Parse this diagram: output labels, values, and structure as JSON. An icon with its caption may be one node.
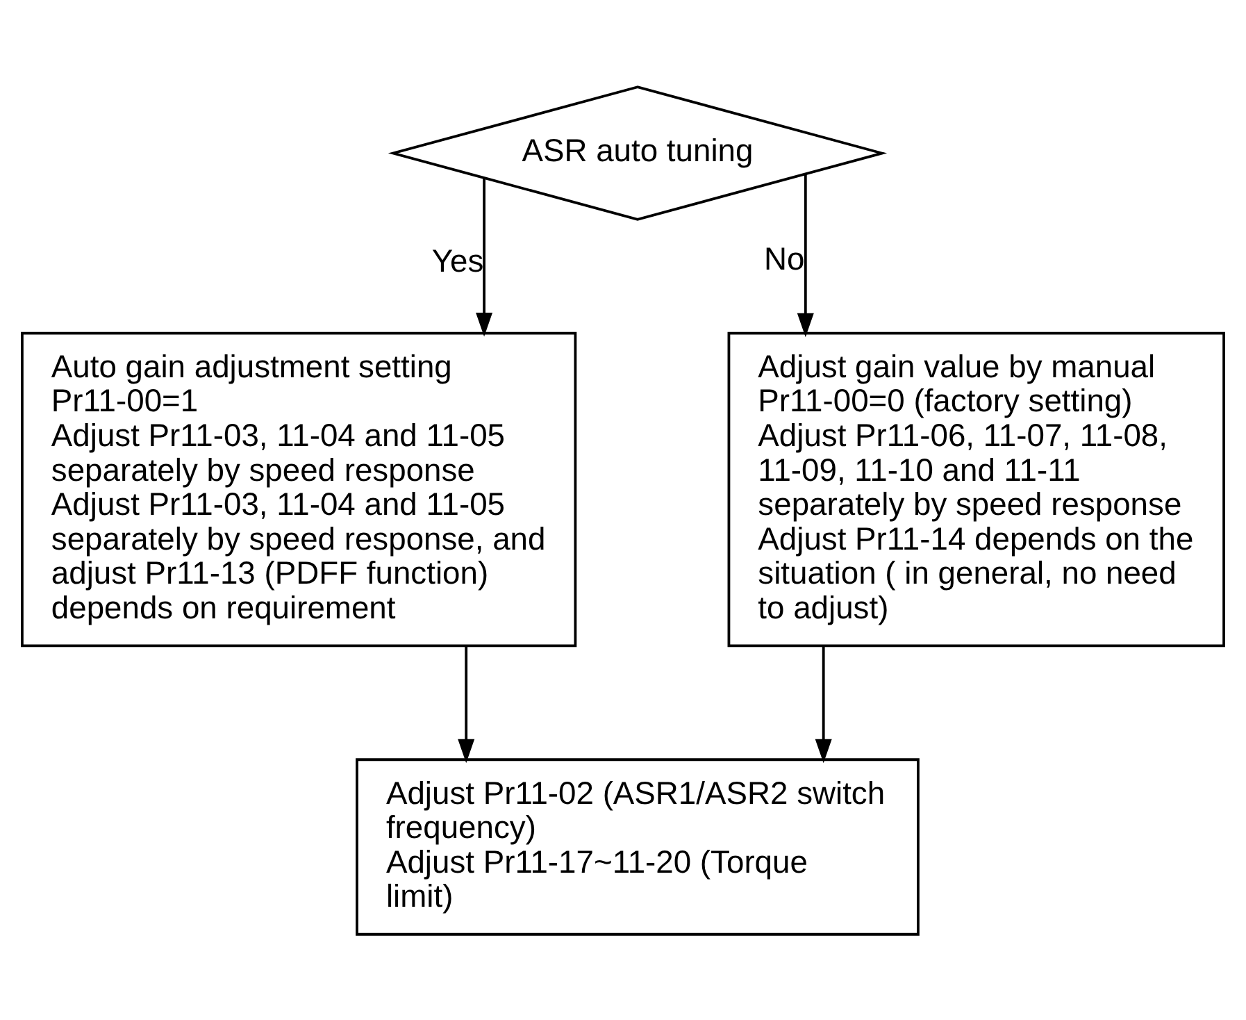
{
  "diagram": {
    "nodes": [
      {
        "text": [
          "ASR auto tuning"
        ]
      },
      {
        "text": [
          "Auto gain adjustment setting Pr11-00=1",
          "Adjust Pr11-03, 11-04 and 11-05 separately by speed response",
          "Adjust Pr11-03, 11-04 and 11-05 separately by speed response, and adjust Pr11-13 (PDFF function) depends on requirement"
        ]
      },
      {
        "text": [
          "Adjust gain value by manual Pr11-00=0 (factory setting)",
          "Adjust Pr11-06, 11-07, 11-08, 11-09, 11-10 and 11-11 separately by speed response",
          "Adjust Pr11-14 depends on the situation ( in general, no need to adjust)"
        ]
      },
      {
        "text": [
          "Adjust Pr11-02 (ASR1/ASR2 switch frequency)",
          "Adjust Pr11-17~11-20 (Torque limit)"
        ]
      }
    ],
    "edges": [
      {
        "from": 0,
        "to": 1,
        "arrow": "to",
        "label": "Yes"
      },
      {
        "from": 0,
        "to": 2,
        "arrow": "to",
        "label": "No"
      },
      {
        "from": 1,
        "to": 3,
        "arrow": "to"
      },
      {
        "from": 2,
        "to": 3,
        "arrow": "to"
      }
    ]
  }
}
